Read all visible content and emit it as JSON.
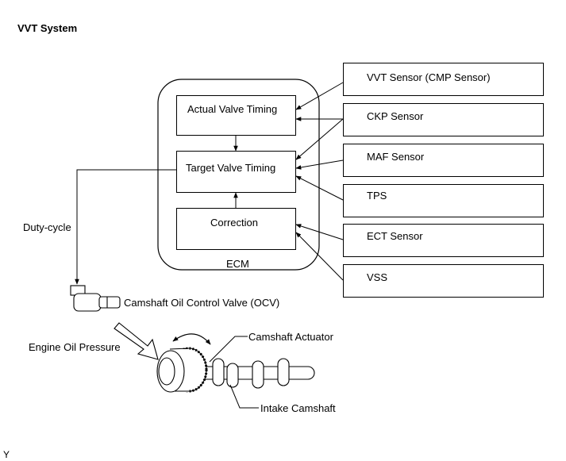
{
  "title": "VVT System",
  "ecm": {
    "label": "ECM",
    "actual_valve_timing": "Actual Valve Timing",
    "target_valve_timing": "Target Valve Timing",
    "correction": "Correction"
  },
  "sensors": [
    "VVT Sensor (CMP Sensor)",
    "CKP Sensor",
    "MAF Sensor",
    "TPS",
    "ECT Sensor",
    "VSS"
  ],
  "labels": {
    "duty_cycle": "Duty-cycle",
    "ocv": "Camshaft Oil Control Valve (OCV)",
    "engine_oil_pressure": "Engine Oil Pressure",
    "camshaft_actuator": "Camshaft Actuator",
    "intake_camshaft": "Intake Camshaft",
    "corner_mark": "Y"
  }
}
